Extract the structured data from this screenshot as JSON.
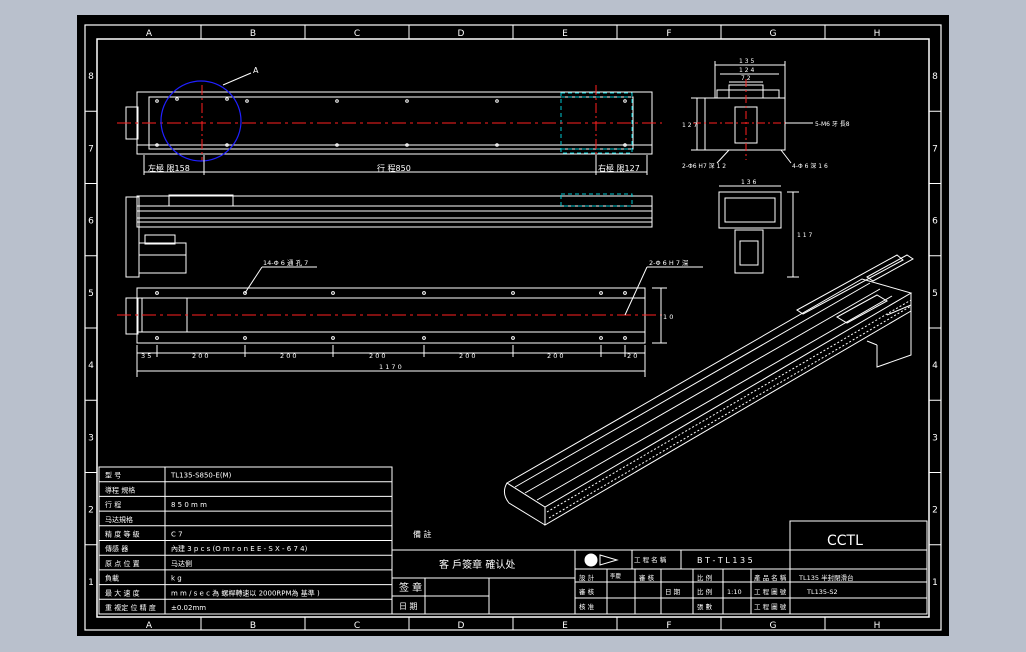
{
  "app": {
    "background": "#b9c0cc",
    "sheet_color": "#000000",
    "line_color": "#ffffff",
    "centerline_color": "#ff2020",
    "hidden_color": "#00c8d2",
    "detail_color": "#2020ff"
  },
  "border": {
    "col_labels": [
      "A",
      "B",
      "C",
      "D",
      "E",
      "F",
      "G",
      "H"
    ],
    "row_labels": [
      "8",
      "7",
      "6",
      "5",
      "4",
      "3",
      "2",
      "1"
    ]
  },
  "top_view": {
    "detail_marker": "A",
    "left_stroke": "左極 限158",
    "travel": "行 程850",
    "right_stroke": "右極 限127"
  },
  "bottom_view": {
    "holes_note": "14-Φ 6 通 孔 7",
    "end_note": "2-Φ 6 H 7 深",
    "height_dim": "1 0",
    "dims": [
      "3 5",
      "2 0 0",
      "2 0 0",
      "2 0 0",
      "2 0 0",
      "2 0 0",
      "2 0"
    ],
    "total": "1 1 7 0"
  },
  "section_view": {
    "dims_top": [
      "1 3 5",
      "1 2 4",
      "7 2"
    ],
    "height_dim": "1 2 7",
    "note_right": "5-M6 牙 長8",
    "note_bottom_left": "2-Φ6 H7 深 1 2",
    "note_bottom_right": "4-Φ 6 深 1 6"
  },
  "end_view": {
    "width_dim": "1 3 6",
    "height_dim": "1 1 7"
  },
  "spec_table": {
    "rows": [
      {
        "label": "型 号",
        "value": "TL135-S850-E(M)"
      },
      {
        "label": "導程 規格",
        "value": ""
      },
      {
        "label": "行 程",
        "value": "8 5 0 m m"
      },
      {
        "label": "马达規格",
        "value": ""
      },
      {
        "label": "精 度 等 級",
        "value": "C 7"
      },
      {
        "label": "傳感 器",
        "value": "內建 3 p c s (O m r o n E E - S X - 6 7 4)"
      },
      {
        "label": "原 点 位 置",
        "value": "马达側"
      },
      {
        "label": "負載",
        "value": "k g"
      },
      {
        "label": "最 大 速 度",
        "value": "m m / s e c  為 螺桿轉速以 2000RPM為 基準 )"
      },
      {
        "label": "重 複定 位 精 度",
        "value": "±0.02mm"
      }
    ]
  },
  "confirm": {
    "note": "備 註",
    "customer": "客 戶簽章 確认处",
    "sign": "签 章",
    "date": "日 期"
  },
  "title_block": {
    "project_label": "工 程 名 稱",
    "project": "B T - T L 1 3 5",
    "brand": "CCTL",
    "row1": [
      "設 計",
      "審 核",
      "比 例",
      "產 品 名 稱"
    ],
    "row1_values": [
      "李慶",
      "",
      "",
      "TL135 半封閉滑台"
    ],
    "row2": [
      "審 核",
      "",
      "比 例",
      "工 程 圖 號"
    ],
    "row2_values": [
      "",
      "日 期",
      "1:10",
      "TL135-S2"
    ],
    "row3": [
      "核 准",
      "",
      "張 數",
      "工 程 圖 號"
    ]
  }
}
